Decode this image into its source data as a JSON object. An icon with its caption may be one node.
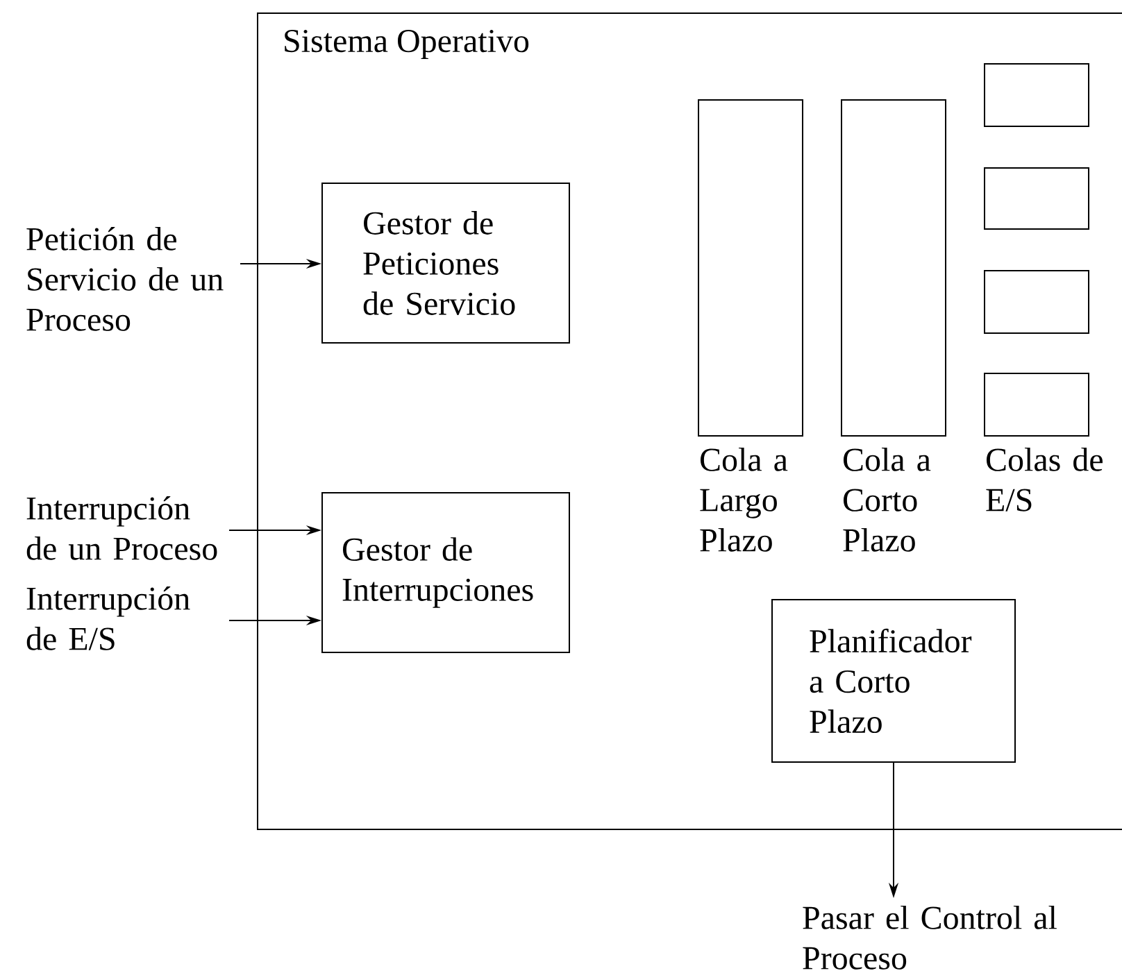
{
  "diagram": {
    "nodes": [
      {
        "text": [
          "Sistema Operativo"
        ]
      },
      {
        "text": [
          "Gestor de Peticiones de Servicio"
        ],
        "in": 0
      },
      {
        "text": [
          "Gestor de Interrupciones"
        ],
        "in": 0
      },
      {
        "text": [],
        "shape": "box",
        "in": 0,
        "beside": [
          "Cola a Largo Plazo"
        ]
      },
      {
        "text": [],
        "shape": "box",
        "in": 0,
        "beside": [
          "Cola a Corto Plazo"
        ]
      },
      {
        "text": [],
        "shape": "box",
        "in": 0
      },
      {
        "text": [],
        "shape": "box",
        "in": 0
      },
      {
        "text": [],
        "shape": "box",
        "in": 0
      },
      {
        "text": [],
        "shape": "box",
        "in": 0,
        "beside": [
          "Colas de E/S"
        ]
      },
      {
        "text": [
          "Planificador a Corto Plazo"
        ],
        "in": 0
      },
      {
        "text": [
          "Petición de Servicio de un Proceso"
        ]
      },
      {
        "text": [
          "Interrupción de un Proceso"
        ]
      },
      {
        "text": [
          "Interrupción de E/S"
        ]
      },
      {
        "text": [
          "Pasar el Control al Proceso"
        ]
      }
    ],
    "edges": [
      {
        "from": 10,
        "to": 1,
        "arrow": "to"
      },
      {
        "from": 11,
        "to": 2,
        "arrow": "to"
      },
      {
        "from": 12,
        "to": 2,
        "arrow": "to"
      },
      {
        "from": 9,
        "to": 13,
        "arrow": "to"
      }
    ]
  }
}
